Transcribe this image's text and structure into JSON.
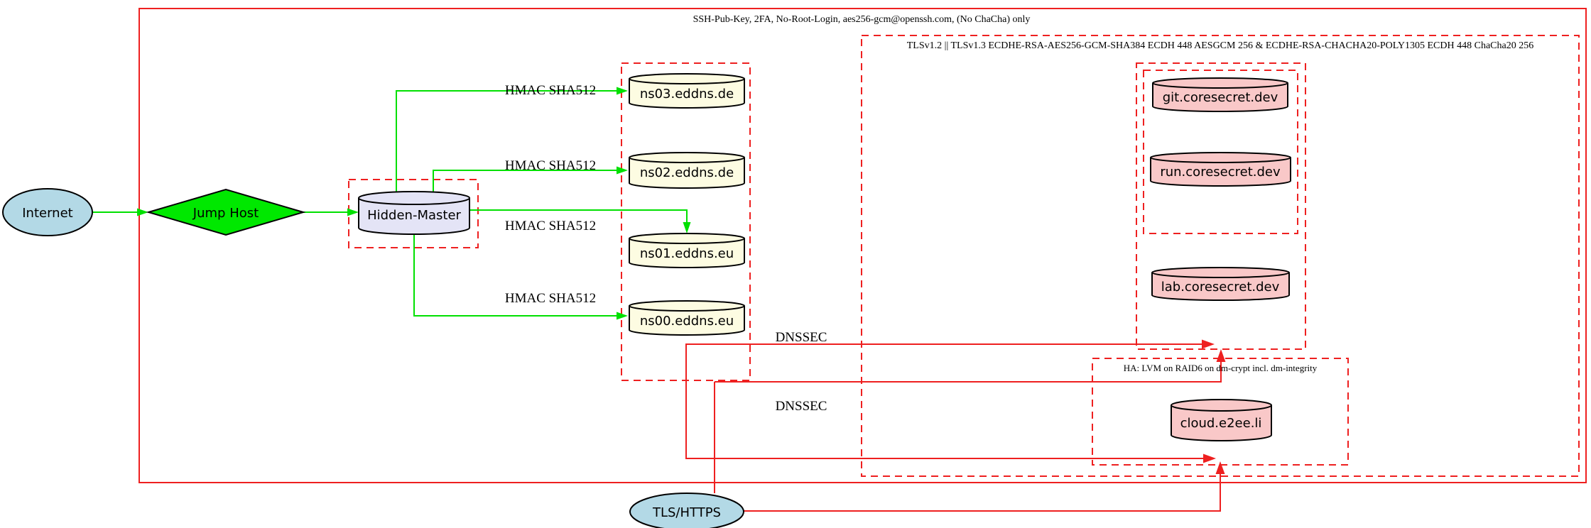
{
  "diagram": {
    "clusters": {
      "ssh": {
        "label": "SSH-Pub-Key, 2FA, No-Root-Login, aes256-gcm@openssh.com, (No ChaCha) only"
      },
      "tls": {
        "label": "TLSv1.2 || TLSv1.3 ECDHE-RSA-AES256-GCM-SHA384 ECDH 448 AESGCM 256 & ECDHE-RSA-CHACHA20-POLY1305 ECDH 448 ChaCha20 256"
      },
      "ha": {
        "label": "HA: LVM on RAID6 on dm-crypt incl. dm-integrity"
      }
    },
    "nodes": {
      "internet": {
        "label": "Internet"
      },
      "jump_host": {
        "label": "Jump Host"
      },
      "hidden_master": {
        "label": "Hidden-Master"
      },
      "ns03": {
        "label": "ns03.eddns.de"
      },
      "ns02": {
        "label": "ns02.eddns.de"
      },
      "ns01": {
        "label": "ns01.eddns.eu"
      },
      "ns00": {
        "label": "ns00.eddns.eu"
      },
      "git": {
        "label": "git.coresecret.dev"
      },
      "run": {
        "label": "run.coresecret.dev"
      },
      "lab": {
        "label": "lab.coresecret.dev"
      },
      "cloud": {
        "label": "cloud.e2ee.li"
      },
      "tls_https": {
        "label": "TLS/HTTPS"
      }
    },
    "edge_labels": {
      "hmac1": "HMAC SHA512",
      "hmac2": "HMAC SHA512",
      "hmac3": "HMAC SHA512",
      "hmac4": "HMAC SHA512",
      "dnssec1": "DNSSEC",
      "dnssec2": "DNSSEC"
    },
    "colors": {
      "red": "#ee2020",
      "green": "#00e000",
      "node_lightblue": "#b3d9e6",
      "node_green": "#00e800",
      "node_lavender": "#e4e4f6",
      "node_lightyellow": "#fdfce2",
      "node_pink": "#f9c8c8",
      "stroke_black": "#000000"
    }
  }
}
